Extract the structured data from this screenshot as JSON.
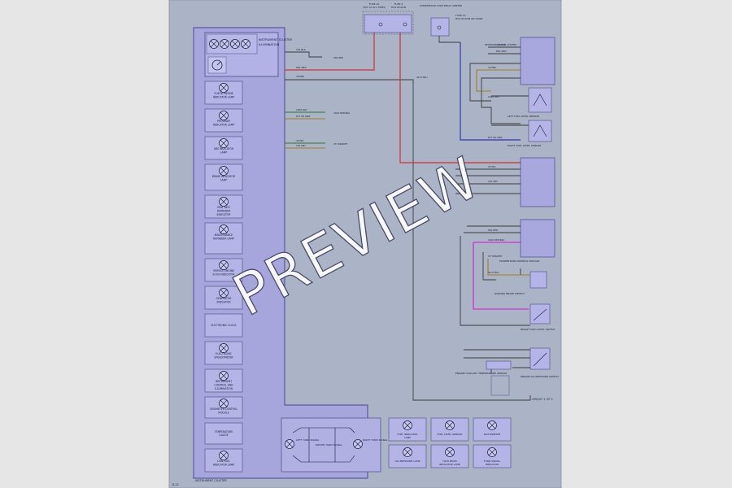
{
  "watermark": "PREVIEW",
  "panel": {
    "title": "INSTRUMENT CLUSTER",
    "sub": "ILLUMINATION",
    "component_labels": [
      "CHECK ENGINE INDICATOR LAMP",
      "PROGRAM INDICATOR LAMP",
      "ABS INDICATOR LAMP",
      "BRAKE INDICATOR LAMP",
      "SEAT BELT REMINDER INDICATOR",
      "MAINTENANCE REMINDER LAMP",
      "SERVICE ENGINE SOON INDICATOR",
      "GENERATOR INDICATOR",
      "ELECTRONIC CLOCK",
      "ELECTRONIC SPEEDOMETER",
      "INSTRUMENT CONTROL AND ILLUMINATION",
      "ODOMETER CONTROL MODULE",
      "TEMPERATURE GAUGE",
      "LOW FUEL INDICATOR LAMP"
    ],
    "bottom_boxes": [
      "FUEL INDICATOR LAMP",
      "FUEL LEVEL SENSOR",
      "TACHOMETER",
      "OIL PRESSURE LAMP",
      "HIGH BEAM INDICATOR LAMP",
      "TURN SIGNAL INDICATOR"
    ],
    "turn_labels": [
      "LEFT TURN SIGNAL",
      "DRIVER TURN SIGNAL",
      "RIGHT TURN SIGNAL"
    ]
  },
  "top": {
    "fuse_a": [
      "FUSE 10",
      "HOT AT ALL TIMES"
    ],
    "fuse_b": [
      "FUSE 4",
      "HOT IN RUN"
    ],
    "fuse_c": [
      "FUSE 23",
      "HOT IN RUN OR START"
    ],
    "caption": "UNDERHOOD FUSE RELAY CENTER"
  },
  "right_blocks": [
    "INTERIOR LIGHTS SYSTEM",
    "LEFT FUEL LEVEL SENSOR",
    "RIGHT FUEL LEVEL SENSOR",
    "POWERTRAIN CONTROL MODULE",
    "PARKING BRAKE SWITCH",
    "BRAKE FLUID LEVEL SWITCH",
    "ENGINE OIL PRESSURE SWITCH",
    "ENGINE COOLANT TEMPERATURE SENSOR"
  ],
  "wire_labels": [
    "150 BLK",
    "840 ORN",
    "39 PNK",
    "1050 GRY",
    "817 DK GRN",
    "30 PPL",
    "120 GRY",
    "540 RED",
    "1400 RED/BLK",
    "33 TAN/WHT",
    "44 LT BLU",
    "150 BLK",
    "840 ORN",
    "39 PNK",
    "1050 GRY",
    "817 DK GRN",
    "30 PPL",
    "120 GRY",
    "540 RED",
    "1400 RED/BLK",
    "33 TAN/WHT",
    "44 LT BLU"
  ],
  "footer": {
    "left": "INSTRUMENT CLUSTER",
    "page": "8-12",
    "right": "CIRCUIT 1 OF 2"
  }
}
